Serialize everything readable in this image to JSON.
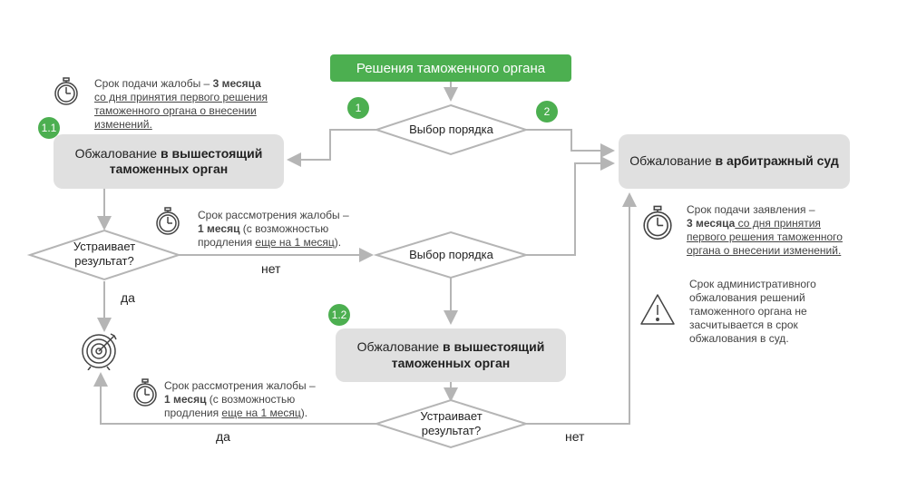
{
  "top_box": "Решения таможенного органа",
  "badges": {
    "b1": "1",
    "b2": "2",
    "b11": "1.1",
    "b12": "1.2"
  },
  "decision1": "Выбор порядка",
  "decision2": "Выбор порядка",
  "decision3": {
    "line1": "Устраивает",
    "line2": "результат?"
  },
  "decision4": {
    "line1": "Устраивает",
    "line2": "результат?"
  },
  "box_left": {
    "pre": "Обжалование ",
    "bold1": "в вышестоящий",
    "bold2": "таможенных орган"
  },
  "box_mid": {
    "pre": "Обжалование ",
    "bold1": "в вышестоящий",
    "bold2": "таможенных орган"
  },
  "box_right": {
    "pre": "Обжалование ",
    "bold": "в арбитражный суд"
  },
  "note_top_left": {
    "a": "Срок подачи жалобы – ",
    "b": "3 месяца",
    "c": "со дня принятия первого решения таможенного органа о внесении изменений."
  },
  "note_mid": {
    "a": "Срок рассмотрения жалобы –",
    "b": "1 месяц",
    "c": " (с возможностью",
    "d": "продления ",
    "e": "еще на 1 месяц",
    "f": ")."
  },
  "note_bottom": {
    "a": "Срок рассмотрения жалобы –",
    "b": "1 месяц",
    "c": " (с возможностью",
    "d": "продления ",
    "e": "еще на 1 месяц",
    "f": ")."
  },
  "note_right": {
    "a": "Срок подачи заявления –",
    "b": "3 месяца",
    "c": " со дня принятия",
    "d": "первого решения таможенного органа о внесении изменений."
  },
  "note_warning": "Срок административного обжалования решений таможенного органа не засчитывается в срок обжалования в суд.",
  "edges": {
    "net1": "нет",
    "da1": "да",
    "da2": "да",
    "net2": "нет"
  },
  "icons": [
    "stopwatch-icon",
    "target-icon",
    "warning-icon"
  ],
  "colors": {
    "accent": "#4caf50",
    "box": "#e0e0e0",
    "line": "#b5b5b5"
  }
}
